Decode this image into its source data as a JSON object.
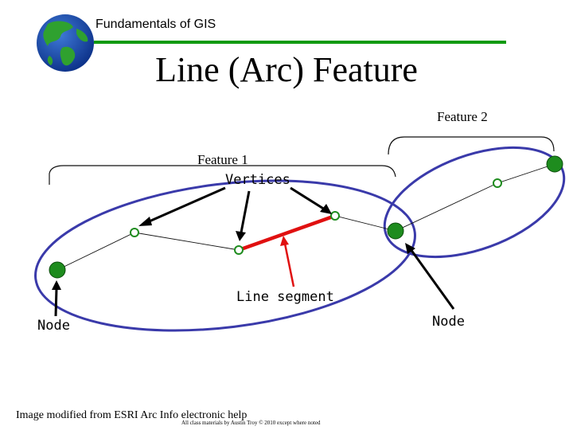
{
  "header": {
    "course_title": "Fundamentals of GIS"
  },
  "slide": {
    "title": "Line (Arc) Feature"
  },
  "diagram": {
    "feature1_label": "Feature 1",
    "feature2_label": "Feature 2",
    "vertices_label": "Vertices",
    "line_segment_label": "Line segment",
    "node_left_label": "Node",
    "node_right_label": "Node"
  },
  "footer": {
    "credit": "Image modified from ESRI Arc Info electronic help",
    "copyright": "All class materials by Austin Troy © 2010 except where noted"
  },
  "colors": {
    "ellipse": "#3a3aaa",
    "node_fill": "#1e8c1e",
    "vertex_stroke": "#1e8c1e",
    "segment": "#e01010",
    "arrow_black": "#000000",
    "arrow_red": "#e01010",
    "accent_rule": "#109a10"
  }
}
